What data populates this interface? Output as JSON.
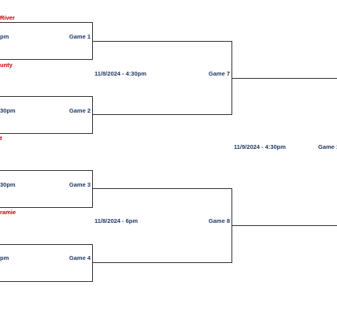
{
  "teams": [
    {
      "name": "River"
    },
    {
      "name": "unty"
    },
    {
      "name": "t"
    },
    {
      "name": "ramie"
    }
  ],
  "round1": [
    {
      "time": "pm",
      "game": "Game 1"
    },
    {
      "time": "30pm",
      "game": "Game 2"
    },
    {
      "time": "30pm",
      "game": "Game 3"
    },
    {
      "time": "pm",
      "game": "Game 4"
    }
  ],
  "round2": [
    {
      "time": "11/8/2024 - 4:30pm",
      "game": "Game 7"
    },
    {
      "time": "11/8/2024 - 6pm",
      "game": "Game 8"
    }
  ],
  "round3": [
    {
      "time": "11/9/2024 - 4:30pm",
      "game": "Game 1"
    }
  ],
  "colors": {
    "team_text": "#c00000",
    "game_text": "#1f3864",
    "line": "#333333"
  }
}
